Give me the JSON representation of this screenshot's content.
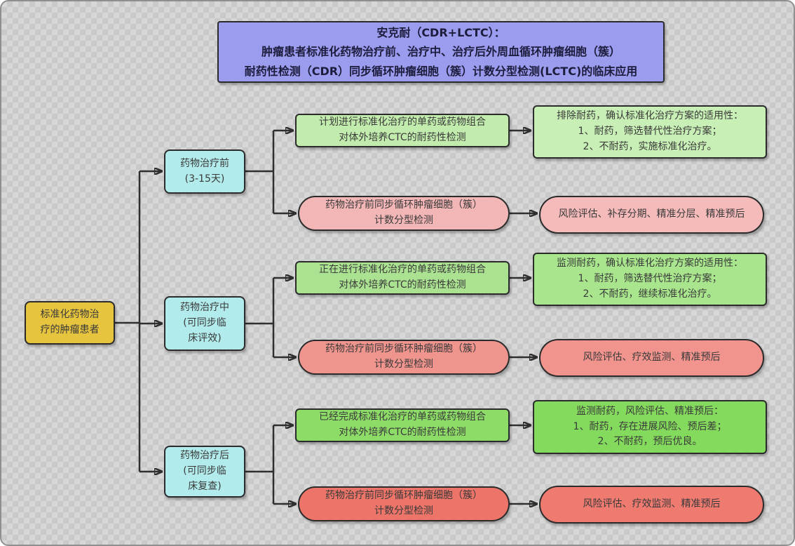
{
  "colors": {
    "canvas_border": "#8f8f8f",
    "checker_light": "#d7d7d7",
    "checker_dark": "#c9c9c9",
    "connector": "#2f2f2f",
    "node_border": "#2b2b2b",
    "title_bg": "#9c9cef",
    "title_text": "#1c1c3c",
    "root_bg": "#e7c43d",
    "stage_bg": "#b2ebeb",
    "body_text": "#3a3a3a"
  },
  "title": {
    "lines": [
      "安克耐（CDR+LCTC）：",
      "肿瘤患者标准化药物治疗前、治疗中、治疗后外周血循环肿瘤细胞（簇）",
      "耐药性检测（CDR）同步循环肿瘤细胞（簇）计数分型检测(LCTC)的临床应用"
    ]
  },
  "root": {
    "lines": [
      "标准化药物治",
      "疗的肿瘤患者"
    ],
    "bg": "#e7c43d"
  },
  "branches": [
    {
      "stage": {
        "lines": [
          "药物治疗前",
          "(3-15天)"
        ],
        "bg": "#b2ebeb"
      },
      "cdr": {
        "lines": [
          "计划进行标准化治疗的单药或药物组合",
          "对体外培养CTC的耐药性检测"
        ],
        "bg": "#c2ecad",
        "result_lines": [
          "排除耐药，确认标准化治疗方案的适用性：",
          "1、耐药，筛选替代性治疗方案；",
          "2、不耐药，实施标准化治疗。"
        ],
        "result_bg": "#c8efb5"
      },
      "lctc": {
        "lines": [
          "药物治疗前同步循环肿瘤细胞（簇）",
          "计数分型检测"
        ],
        "bg": "#f3b6b6",
        "result_lines": [
          "风险评估、补存分期、精准分层、精准预后"
        ],
        "result_bg": "#f5baba"
      }
    },
    {
      "stage": {
        "lines": [
          "药物治疗中",
          "(可同步临",
          "床评效)"
        ],
        "bg": "#b2ebeb"
      },
      "cdr": {
        "lines": [
          "正在进行标准化治疗的单药或药物组合",
          "对体外培养CTC的耐药性检测"
        ],
        "bg": "#abe291",
        "result_lines": [
          "监测耐药，确认标准化治疗方案的适用性：",
          "1、耐药，筛选替代性治疗方案；",
          "2、不耐药，继续标准化治疗。"
        ],
        "result_bg": "#a9e58d"
      },
      "lctc": {
        "lines": [
          "药物治疗前同步循环肿瘤细胞（簇）",
          "计数分型检测"
        ],
        "bg": "#f0948e",
        "result_lines": [
          "风险评估、疗效监测、精准预后"
        ],
        "result_bg": "#f2948e"
      }
    },
    {
      "stage": {
        "lines": [
          "药物治疗后",
          "(可同步临",
          "床复查)"
        ],
        "bg": "#b2ebeb"
      },
      "cdr": {
        "lines": [
          "已经完成标准化治疗的单药或药物组合",
          "对体外培养CTC的耐药性检测"
        ],
        "bg": "#8edc68",
        "result_lines": [
          "监测耐药，风险评估、精准预后：",
          "1、耐药，存在进展风险、预后差；",
          "2、不耐药，预后优良。"
        ],
        "result_bg": "#84da5c"
      },
      "lctc": {
        "lines": [
          "药物治疗前同步循环肿瘤细胞（簇）",
          "计数分型检测"
        ],
        "bg": "#ec7468",
        "result_lines": [
          "风险评估、疗效监测、精准预后"
        ],
        "result_bg": "#ee7a70"
      }
    }
  ]
}
